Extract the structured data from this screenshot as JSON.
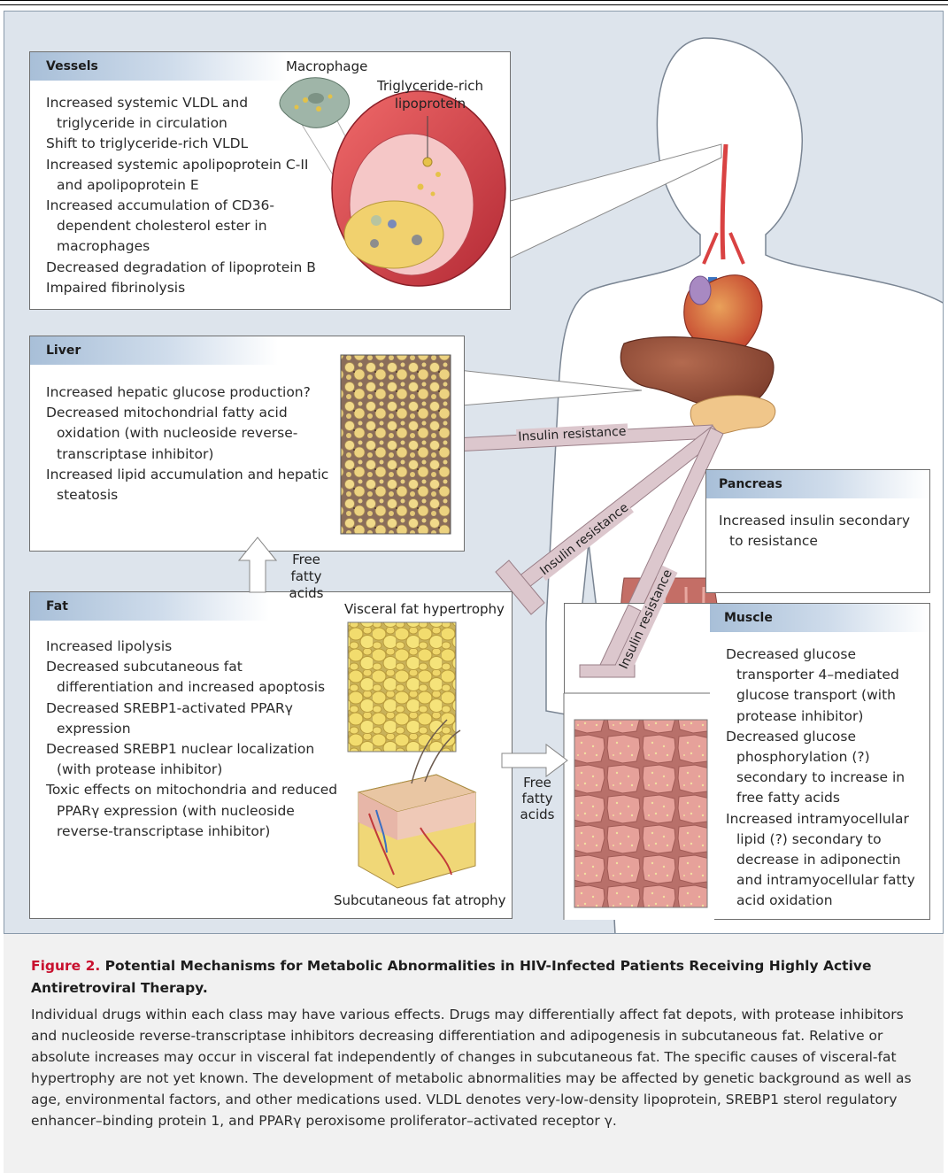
{
  "vessels": {
    "title": "Vessels",
    "items": [
      "Increased systemic VLDL and triglyceride in circulation",
      "Shift to triglyceride-rich VLDL",
      "Increased systemic apolipoprotein C-II and apolipoprotein E",
      "Increased accumulation of CD36-dependent cholesterol ester in macrophages",
      "Decreased degradation of lipoprotein B",
      "Impaired fibrinolysis"
    ],
    "label_macrophage": "Macrophage",
    "label_lipoprotein": "Triglyceride-rich lipoprotein"
  },
  "liver": {
    "title": "Liver",
    "items": [
      "Increased hepatic glucose production?",
      "Decreased mitochondrial fatty acid oxidation (with nucleoside reverse-transcriptase inhibitor)",
      "Increased lipid accumulation and hepatic steatosis"
    ]
  },
  "pancreas": {
    "title": "Pancreas",
    "items": [
      "Increased insulin secondary to resistance"
    ]
  },
  "fat": {
    "title": "Fat",
    "items": [
      "Increased lipolysis",
      "Decreased subcutaneous fat differentiation and increased apoptosis",
      "Decreased SREBP1-activated PPARγ expression",
      "Decreased SREBP1 nuclear localization (with protease inhibitor)",
      "Toxic effects on mitochondria and reduced PPARγ expression (with nucleoside reverse-transcriptase inhibitor)"
    ],
    "label_visceral": "Visceral fat hypertrophy",
    "label_subcutaneous": "Subcutaneous fat atrophy"
  },
  "muscle": {
    "title": "Muscle",
    "items": [
      "Decreased glucose transporter 4–mediated glucose transport (with protease inhibitor)",
      "Decreased glucose phosphorylation (?) secondary to increase in free fatty acids",
      "Increased intramyocellular lipid (?) secondary to decrease in adiponectin and intramyocellular fatty acid oxidation"
    ]
  },
  "arrows": {
    "ffa_up": "Free fatty acids",
    "ffa_right": "Free fatty acids",
    "insulin_resistance": "Insulin resistance"
  },
  "caption": {
    "figure_number": "Figure 2.",
    "title": "Potential Mechanisms for Metabolic Abnormalities in HIV-Infected Patients Receiving Highly Active Antiretroviral Therapy.",
    "body": "Individual drugs within each class may have various effects. Drugs may differentially affect fat depots, with protease inhibitors and nucleoside reverse-transcriptase inhibitors decreasing differentiation and adipogenesis in subcutaneous fat. Relative or absolute increases may occur in visceral fat independently of changes in subcutaneous fat. The specific causes of visceral-fat hypertrophy are not yet known. The development of metabolic abnormalities may be affected by genetic background as well as age, environmental factors, and other medications used. VLDL denotes very-low-density lipoprotein, SREBP1 sterol regulatory enhancer–binding protein 1, and PPARγ peroxisome proliferator–activated receptor γ."
  },
  "colors": {
    "caption_red": "#c8102e",
    "panel_background": "#dde4ec",
    "header_blue": "#a8bfd8",
    "inhibition_bar": "#dcc7cd"
  }
}
